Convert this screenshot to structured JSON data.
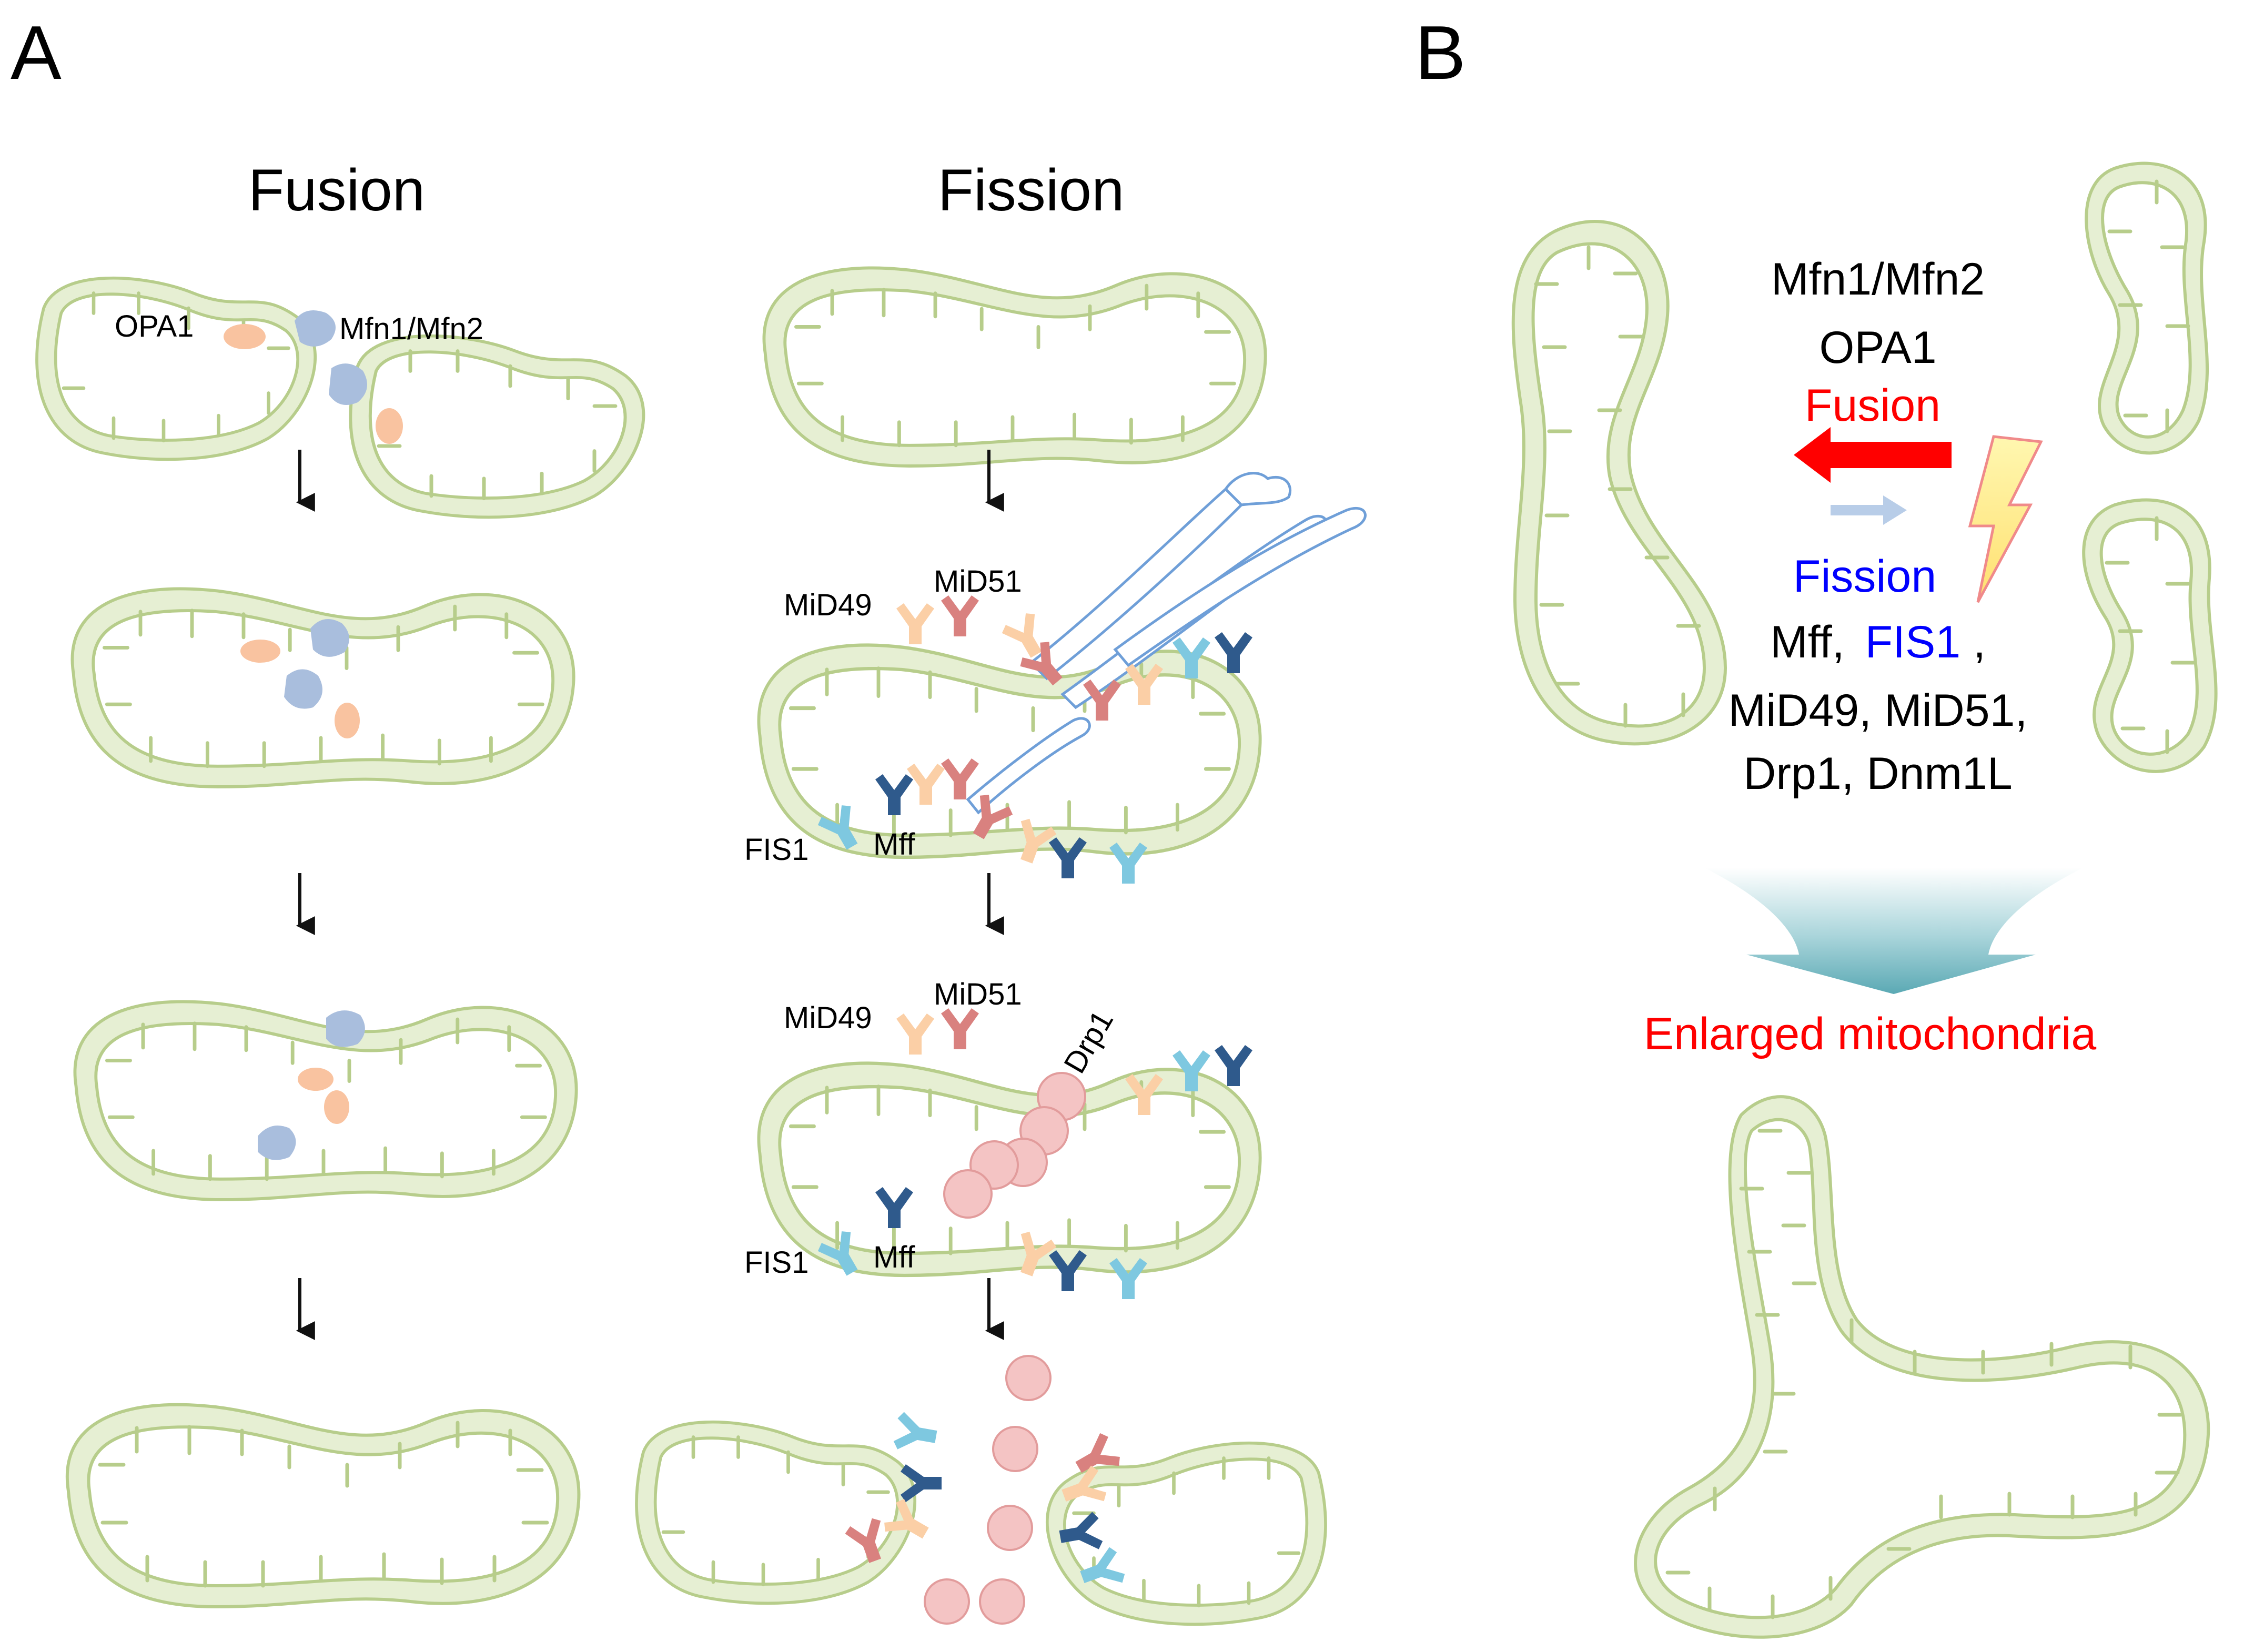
{
  "panel_a": {
    "letter": "A",
    "fusion": {
      "title": "Fusion",
      "labels": {
        "opa1": "OPA1",
        "mfn": "Mfn1/Mfn2"
      }
    },
    "fission": {
      "title": "Fission",
      "labels": {
        "mid49": "MiD49",
        "mid51": "MiD51",
        "fis1": "FIS1",
        "mff": "Mff",
        "drp1": "Drp1"
      }
    }
  },
  "panel_b": {
    "letter": "B",
    "fusion_proteins_1": "Mfn1/Mfn2",
    "fusion_proteins_2": "OPA1",
    "fusion_word": "Fusion",
    "fission_word": "Fission",
    "fission_mff": "Mff,",
    "fission_fis1": "FIS1",
    "fission_comma": ",",
    "fission_line2": "MiD49, MiD51,",
    "fission_line3": "Drp1, Dnm1L",
    "result": "Enlarged mitochondria"
  },
  "colors": {
    "mito_membrane": "#b7cd8b",
    "mito_fill": "#e6efd3",
    "opa1": "#f9c3a0",
    "mfn": "#a9bedd",
    "mid49": "#fbcfa6",
    "mid51": "#d9817f",
    "fis1": "#7ec8e0",
    "mff": "#2f5a8c",
    "drp1": "#f4c4c4",
    "er": "#6f9fd8",
    "fusion_red": "#ff0000",
    "fission_blue": "#0000ff",
    "funnel": "#5fb3bf"
  }
}
